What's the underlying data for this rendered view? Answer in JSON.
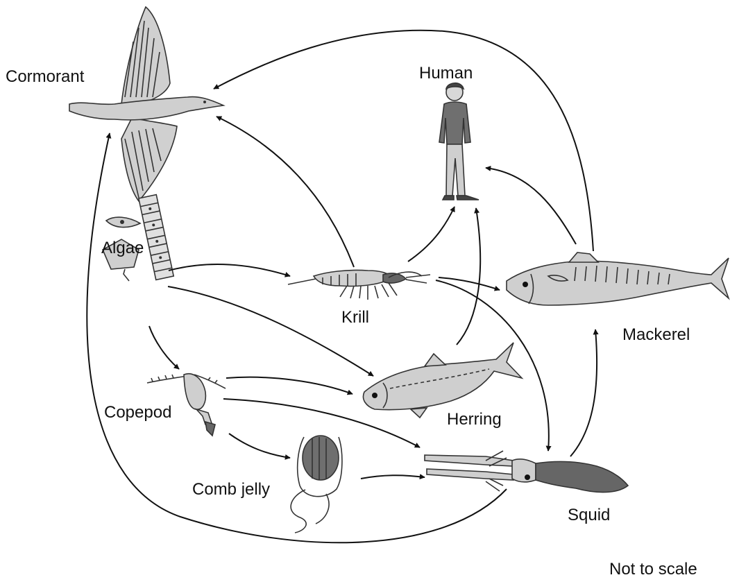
{
  "labels": {
    "cormorant": "Cormorant",
    "human": "Human",
    "algae": "Algae",
    "krill": "Krill",
    "mackerel": "Mackerel",
    "copepod": "Copepod",
    "herring": "Herring",
    "comb_jelly": "Comb jelly",
    "squid": "Squid"
  },
  "note": "Not to scale",
  "links": [
    {
      "from": "Mackerel",
      "to": "Cormorant"
    },
    {
      "from": "Krill",
      "to": "Cormorant"
    },
    {
      "from": "Squid",
      "to": "Cormorant"
    },
    {
      "from": "Krill",
      "to": "Human"
    },
    {
      "from": "Herring",
      "to": "Human"
    },
    {
      "from": "Mackerel",
      "to": "Human"
    },
    {
      "from": "Algae",
      "to": "Krill"
    },
    {
      "from": "Algae",
      "to": "Herring"
    },
    {
      "from": "Algae",
      "to": "Copepod"
    },
    {
      "from": "Krill",
      "to": "Mackerel"
    },
    {
      "from": "Krill",
      "to": "Squid"
    },
    {
      "from": "Copepod",
      "to": "Herring"
    },
    {
      "from": "Copepod",
      "to": "Squid"
    },
    {
      "from": "Copepod",
      "to": "Comb jelly"
    },
    {
      "from": "Comb jelly",
      "to": "Squid"
    },
    {
      "from": "Squid",
      "to": "Mackerel"
    }
  ],
  "colors": {
    "organism_fill": "#cccccc",
    "dark_fill": "#666666",
    "line": "#111111"
  }
}
